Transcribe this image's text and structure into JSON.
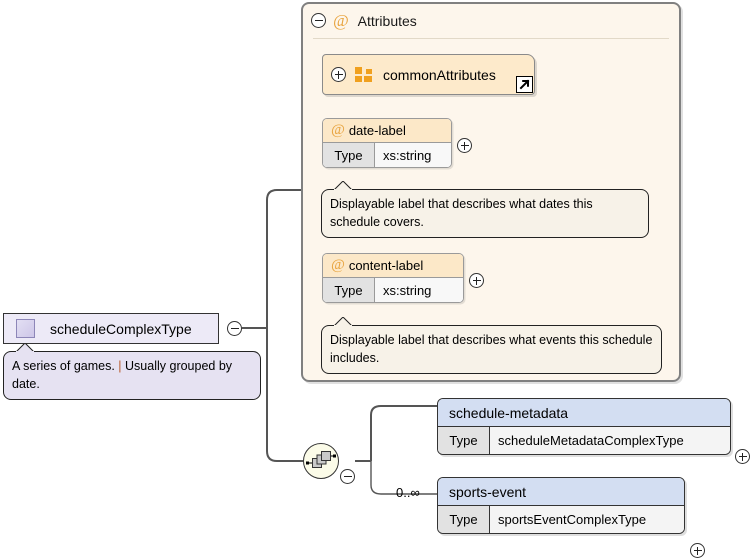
{
  "diagram": {
    "kind": "xsd-schema-diagram",
    "root": {
      "name": "scheduleComplexType",
      "icon": "complex-type-swatch-icon",
      "toggle": "minus-toggle-icon",
      "documentation": {
        "part1": "A series of games.",
        "separator": " | ",
        "part2": "Usually grouped by date."
      }
    },
    "attributes_panel": {
      "title": "Attributes",
      "at_symbol": "@",
      "toggle": "minus-toggle-icon",
      "attribute_group": {
        "name": "commonAttributes",
        "toggle": "plus-toggle-icon",
        "icon": "attribute-group-icon",
        "external_link_icon": "external-link-arrow-icon"
      },
      "attributes": [
        {
          "name": "date-label",
          "at_symbol": "@",
          "type_key": "Type",
          "type_value": "xs:string",
          "toggle": "plus-toggle-icon",
          "documentation": "Displayable label that describes what dates this schedule covers."
        },
        {
          "name": "content-label",
          "at_symbol": "@",
          "type_key": "Type",
          "type_value": "xs:string",
          "toggle": "plus-toggle-icon",
          "documentation": "Displayable label that describes what events this schedule includes."
        }
      ]
    },
    "sequence": {
      "icon": "sequence-compositor-icon",
      "toggle": "minus-toggle-icon"
    },
    "elements": [
      {
        "name": "schedule-metadata",
        "type_key": "Type",
        "type_value": "scheduleMetadataComplexType",
        "cardinality": "",
        "toggle": "plus-toggle-icon"
      },
      {
        "name": "sports-event",
        "type_key": "Type",
        "type_value": "sportsEventComplexType",
        "cardinality": "0..∞",
        "toggle": "plus-toggle-icon"
      }
    ]
  },
  "colors": {
    "attributes_panel_bg": "#fdf6ec",
    "attribute_header_bg": "#fce8c8",
    "attribute_group_bg": "#fdeacb",
    "element_header_bg": "#d3def2",
    "root_box_bg": "#edeaf7",
    "root_doc_bg": "#e6e2f2",
    "sequence_node_bg": "#fbfbe8",
    "accent_orange": "#f0a01e",
    "line": "#555555"
  }
}
